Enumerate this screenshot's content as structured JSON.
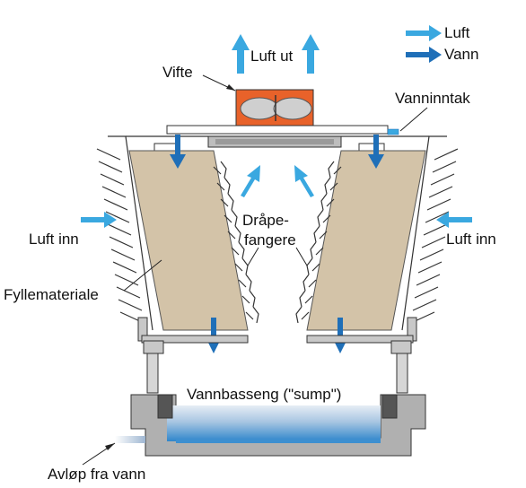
{
  "legend": {
    "air_label": "Luft",
    "water_label": "Vann"
  },
  "labels": {
    "fan": "Vifte",
    "air_out": "Luft ut",
    "water_intake": "Vanninntak",
    "drift_eliminators_line1": "Dråpe-",
    "drift_eliminators_line2": "fangere",
    "air_in_left": "Luft inn",
    "air_in_right": "Luft inn",
    "fill_material": "Fyllemateriale",
    "basin": "Vannbasseng (\"sump\")",
    "drain": "Avløp fra vann"
  },
  "colors": {
    "air_arrow": "#3aa8e0",
    "water_arrow": "#1f6fb8",
    "fan": "#e8622a",
    "fill": "#d3c3a8",
    "structure_gray": "#c8c8c8",
    "water": "#3d8fd0"
  }
}
